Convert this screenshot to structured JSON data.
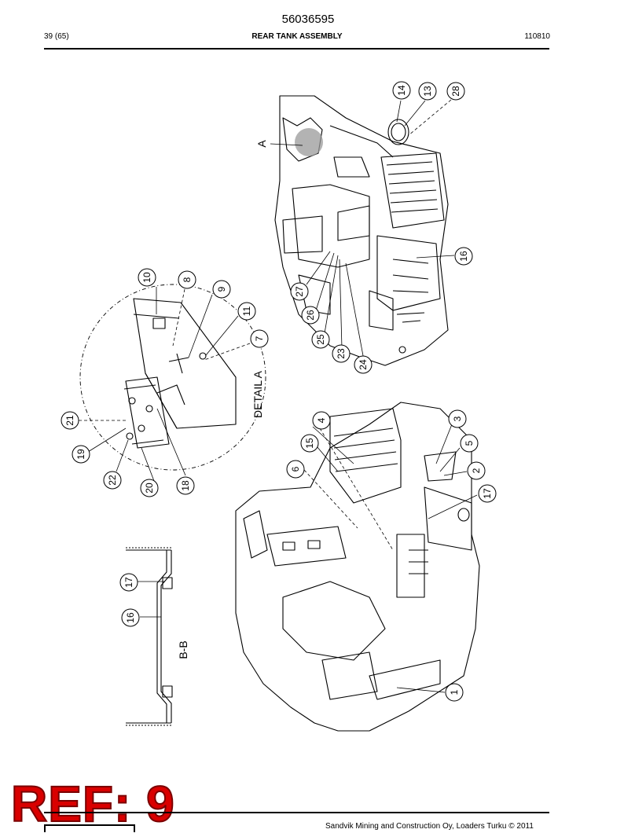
{
  "header": {
    "doc_number": "56036595",
    "page": "39 (65)",
    "title": "REAR TANK ASSEMBLY",
    "date_code": "110810"
  },
  "drawing": {
    "view_labels": {
      "view_a": "A",
      "detail_a": "DETAIL A",
      "section_bb": "B-B"
    },
    "callouts": [
      "1",
      "2",
      "3",
      "4",
      "5",
      "6",
      "7",
      "8",
      "9",
      "10",
      "11",
      "13",
      "14",
      "15",
      "16",
      "16",
      "17",
      "17",
      "18",
      "19",
      "20",
      "21",
      "22",
      "23",
      "24",
      "25",
      "26",
      "27",
      "28"
    ]
  },
  "stamp": {
    "text": "REF: 9"
  },
  "footer": {
    "copyright": "Sandvik Mining and Construction Oy, Loaders Turku © 2011"
  }
}
